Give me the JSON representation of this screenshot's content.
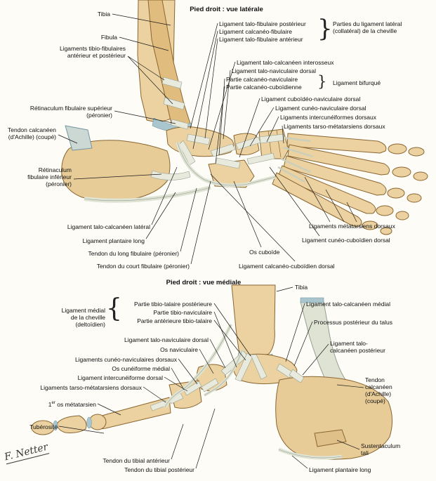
{
  "glyphs": {
    "brace_close": "}",
    "brace_open": "{"
  },
  "signature": "F. Netter",
  "lateral": {
    "title": "Pied droit : vue latérale",
    "labels": {
      "tibia": "Tibia",
      "fibula": "Fibula",
      "tibiofibular": "Ligaments tibio-fibulaires antérieur et postérieur",
      "retinaculum_superieur": "Rétinaculum fibulaire supérieur (péronier)",
      "tendon_calcaneen": "Tendon calcanéen (d'Achille) (coupé)",
      "retinaculum_inferieur": "Rétinaculum fibulaire inférieur (péronier)",
      "talo_calcaneen_lateral": "Ligament talo-calcanéen latéral",
      "plantaire_long": "Ligament plantaire long",
      "long_fibulaire": "Tendon du long fibulaire (péronier)",
      "court_fibulaire": "Tendon du court fibulaire (péronier)",
      "talo_fibulaire_posterieur": "Ligament talo-fibulaire postérieur",
      "calcaneo_fibulaire": "Ligament calcanéo-fibulaire",
      "talo_fibulaire_anterieur": "Ligament talo-fibulaire antérieur",
      "parties_ligament_lateral": "Parties du ligament latéral (collatéral) de la cheville",
      "talo_calcaneen_interosseux": "Ligament talo-calcanéen interosseux",
      "talo_naviculaire_dorsal": "Ligament talo-naviculaire dorsal",
      "partie_calcaneo_naviculaire": "Partie calcanéo-naviculaire",
      "partie_calcaneo_cuboidienne": "Partie calcanéo-cuboïdienne",
      "bifurque": "Ligament bifurqué",
      "cuboideo_naviculaire_dorsal": "Ligament cuboïdéo-naviculaire dorsal",
      "cuneo_naviculaire_dorsal": "Ligament cunéo-naviculaire dorsal",
      "intercuneiformes_dorsaux": "Ligaments intercunéiformes dorsaux",
      "tarso_metatarsiens_dorsaux": "Ligaments tarso-métatarsiens dorsaux",
      "metatarsiens_dorsaux": "Ligaments métatarsiens dorsaux",
      "cuneo_cuboidien_dorsal": "Ligament cunéo-cuboïdien dorsal",
      "os_cuboide": "Os cuboïde",
      "calcaneo_cuboidien_dorsal": "Ligament calcanéo-cuboïdien dorsal"
    }
  },
  "medial": {
    "title": "Pied droit : vue médiale",
    "labels": {
      "tibia": "Tibia",
      "ligament_medial": "Ligament médial de la cheville (deltoïdien)",
      "tibio_talaire_posterieure": "Partie tibio-talaire postérieure",
      "tibio_naviculaire": "Partie tibio-naviculaire",
      "anterieure_tibio_talaire": "Partie antérieure tibio-talaire",
      "talo_naviculaire_dorsal": "Ligament talo-naviculaire dorsal",
      "os_naviculaire": "Os naviculaire",
      "cuneo_naviculaires_dorsaux": "Ligaments cunéo-naviculaires dorsaux",
      "os_cuneiforme_medial": "Os cunéiforme médial",
      "intercuneiforme_dorsal": "Ligament intercunéiforme dorsal",
      "tarso_metatarsiens_dorsaux": "Ligaments tarso-métatarsiens dorsaux",
      "premier_metatarsien": {
        "num": "1",
        "sup": "er",
        "rest": " os métatarsien"
      },
      "tuberosite": "Tubérosité",
      "tibial_anterieur": "Tendon du tibial antérieur",
      "tibial_posterieur": "Tendon du tibial postérieur",
      "talo_calcaneen_medial": "Ligament talo-calcanéen médial",
      "processus_posterieur": "Processus postérieur du talus",
      "talo_calcaneen_posterieur": "Ligament talo-calcanéen postérieur",
      "tendon_calcaneen": "Tendon calcanéen (d'Achille) (coupé)",
      "sustentaculum_tali": "Sustentaculum tali",
      "plantaire_long": "Ligament plantaire long"
    }
  }
}
